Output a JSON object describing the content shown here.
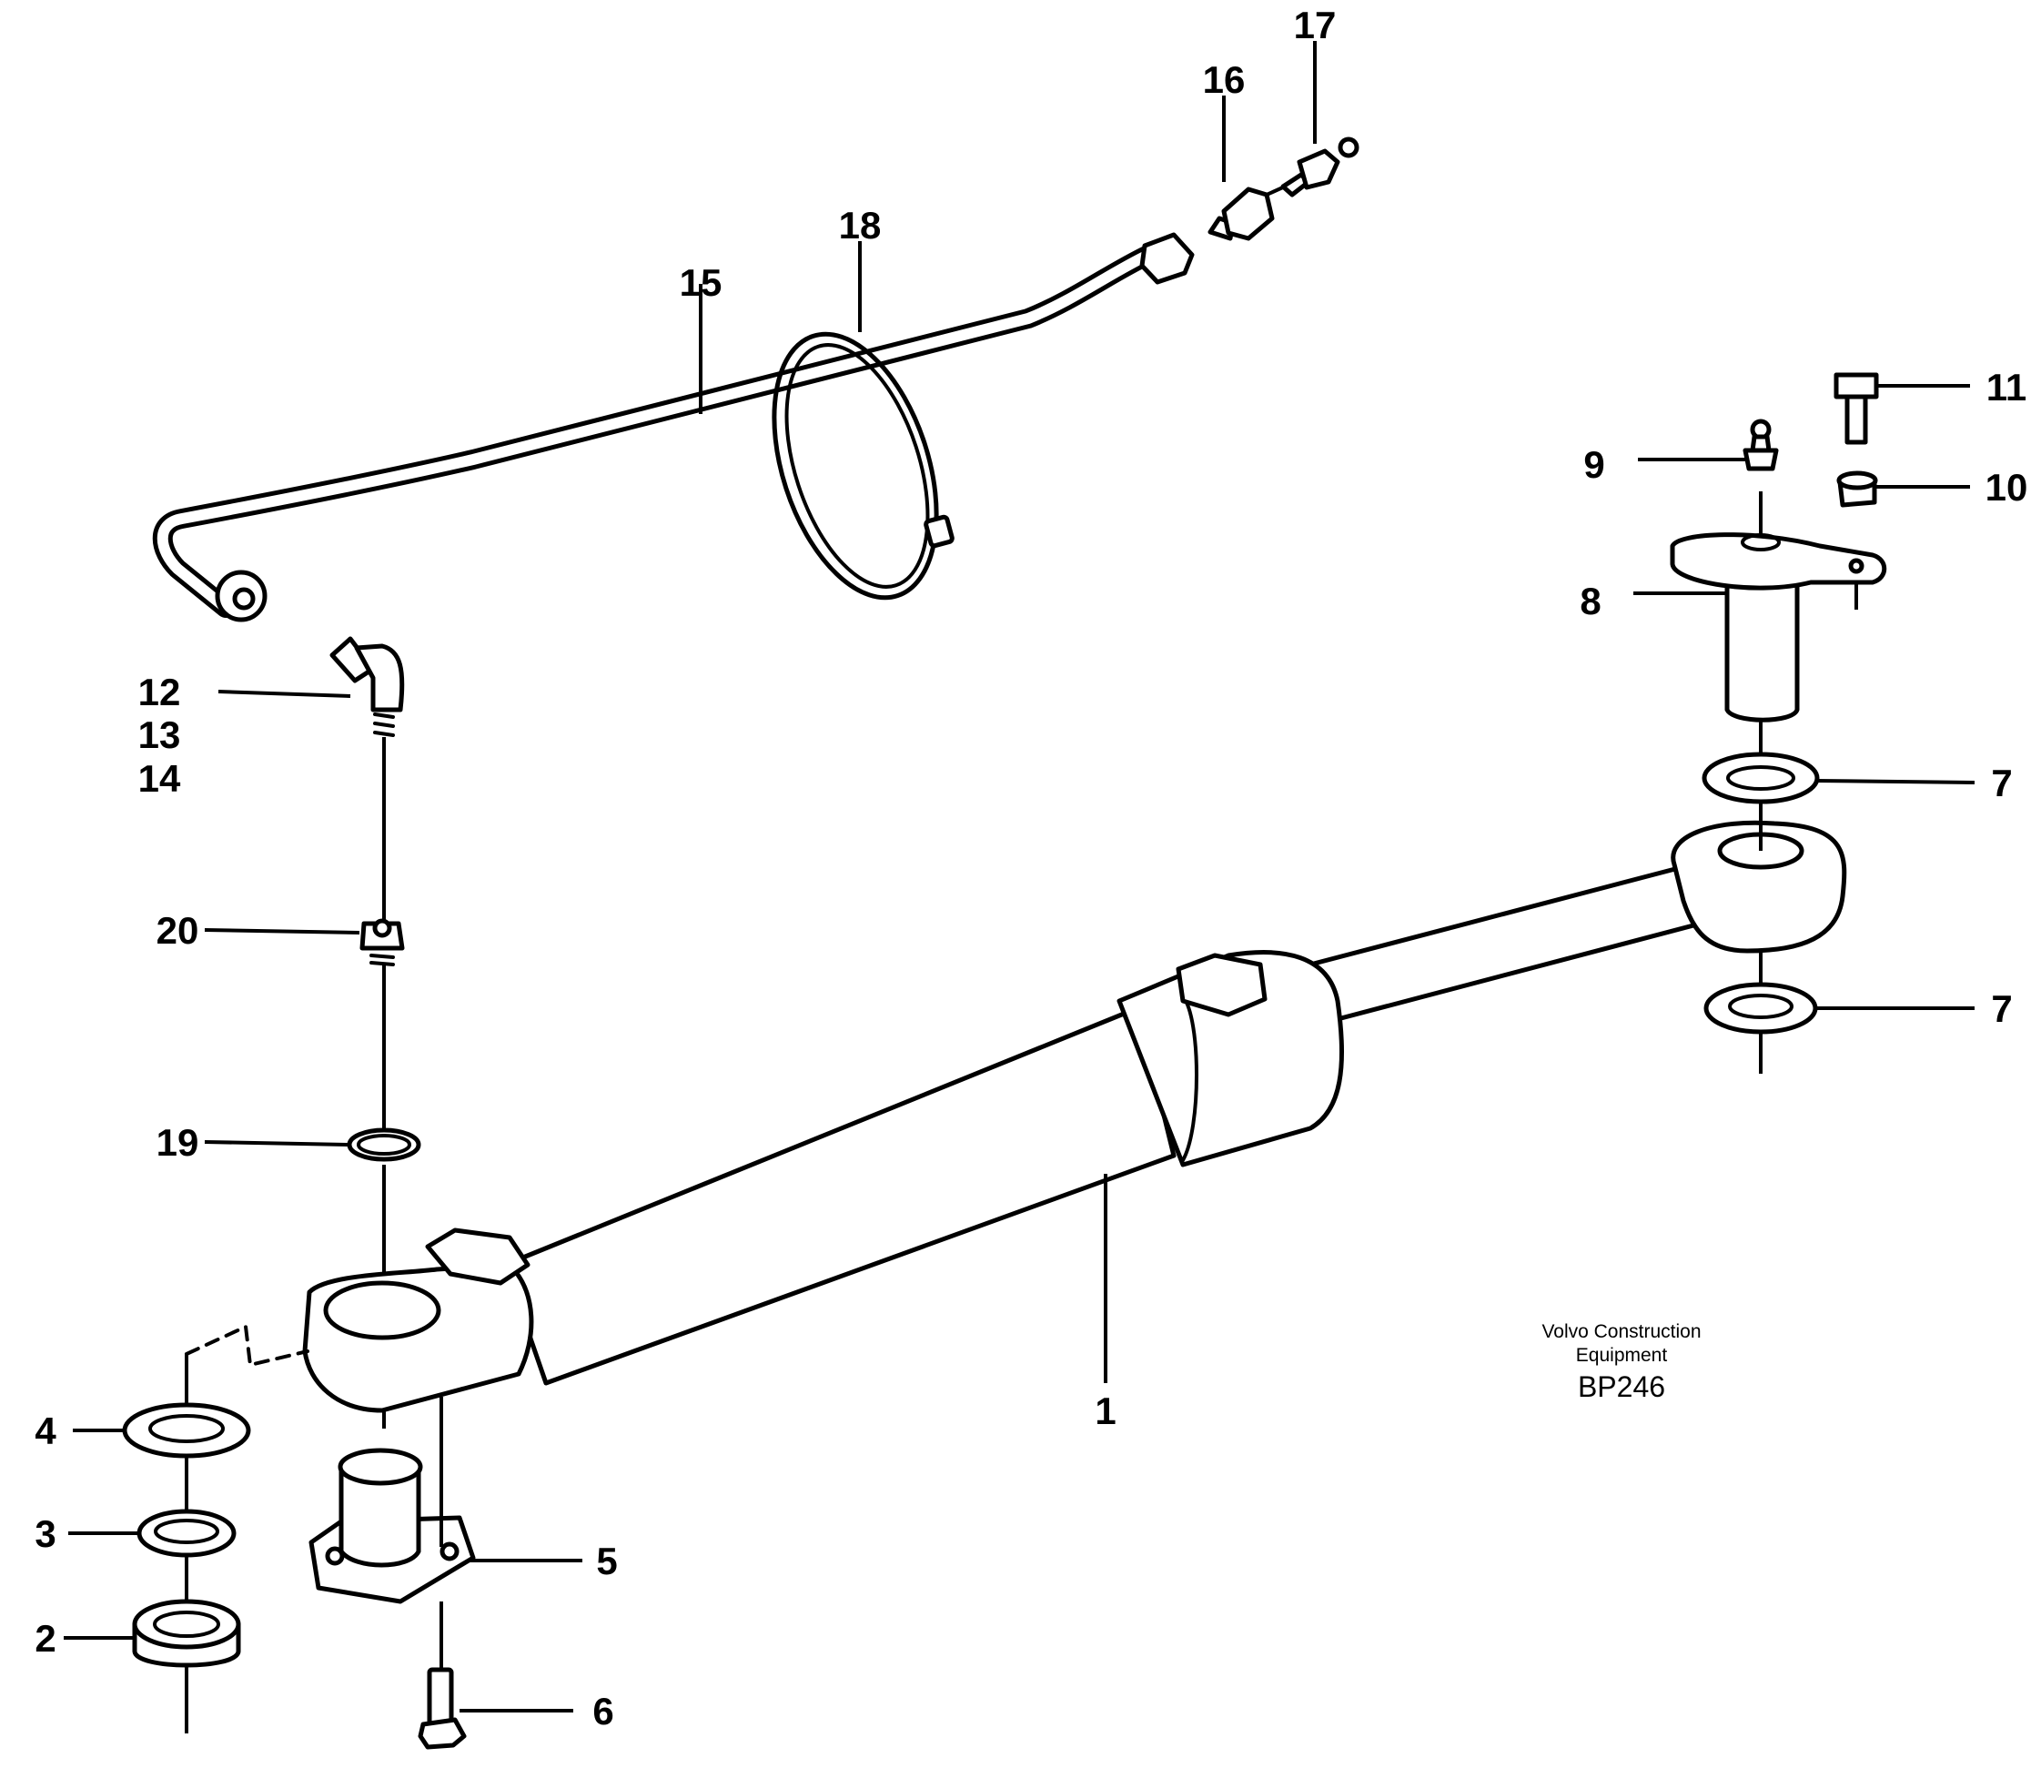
{
  "callouts": {
    "c1": "1",
    "c2": "2",
    "c3": "3",
    "c4": "4",
    "c5": "5",
    "c6": "6",
    "c7a": "7",
    "c7b": "7",
    "c8": "8",
    "c9": "9",
    "c10": "10",
    "c11": "11",
    "c12": "12",
    "c13": "13",
    "c14": "14",
    "c15": "15",
    "c16": "16",
    "c17": "17",
    "c18": "18",
    "c19": "19",
    "c20": "20"
  },
  "credit": {
    "line1": "Volvo Construction",
    "line2": "Equipment",
    "code": "BP246"
  }
}
